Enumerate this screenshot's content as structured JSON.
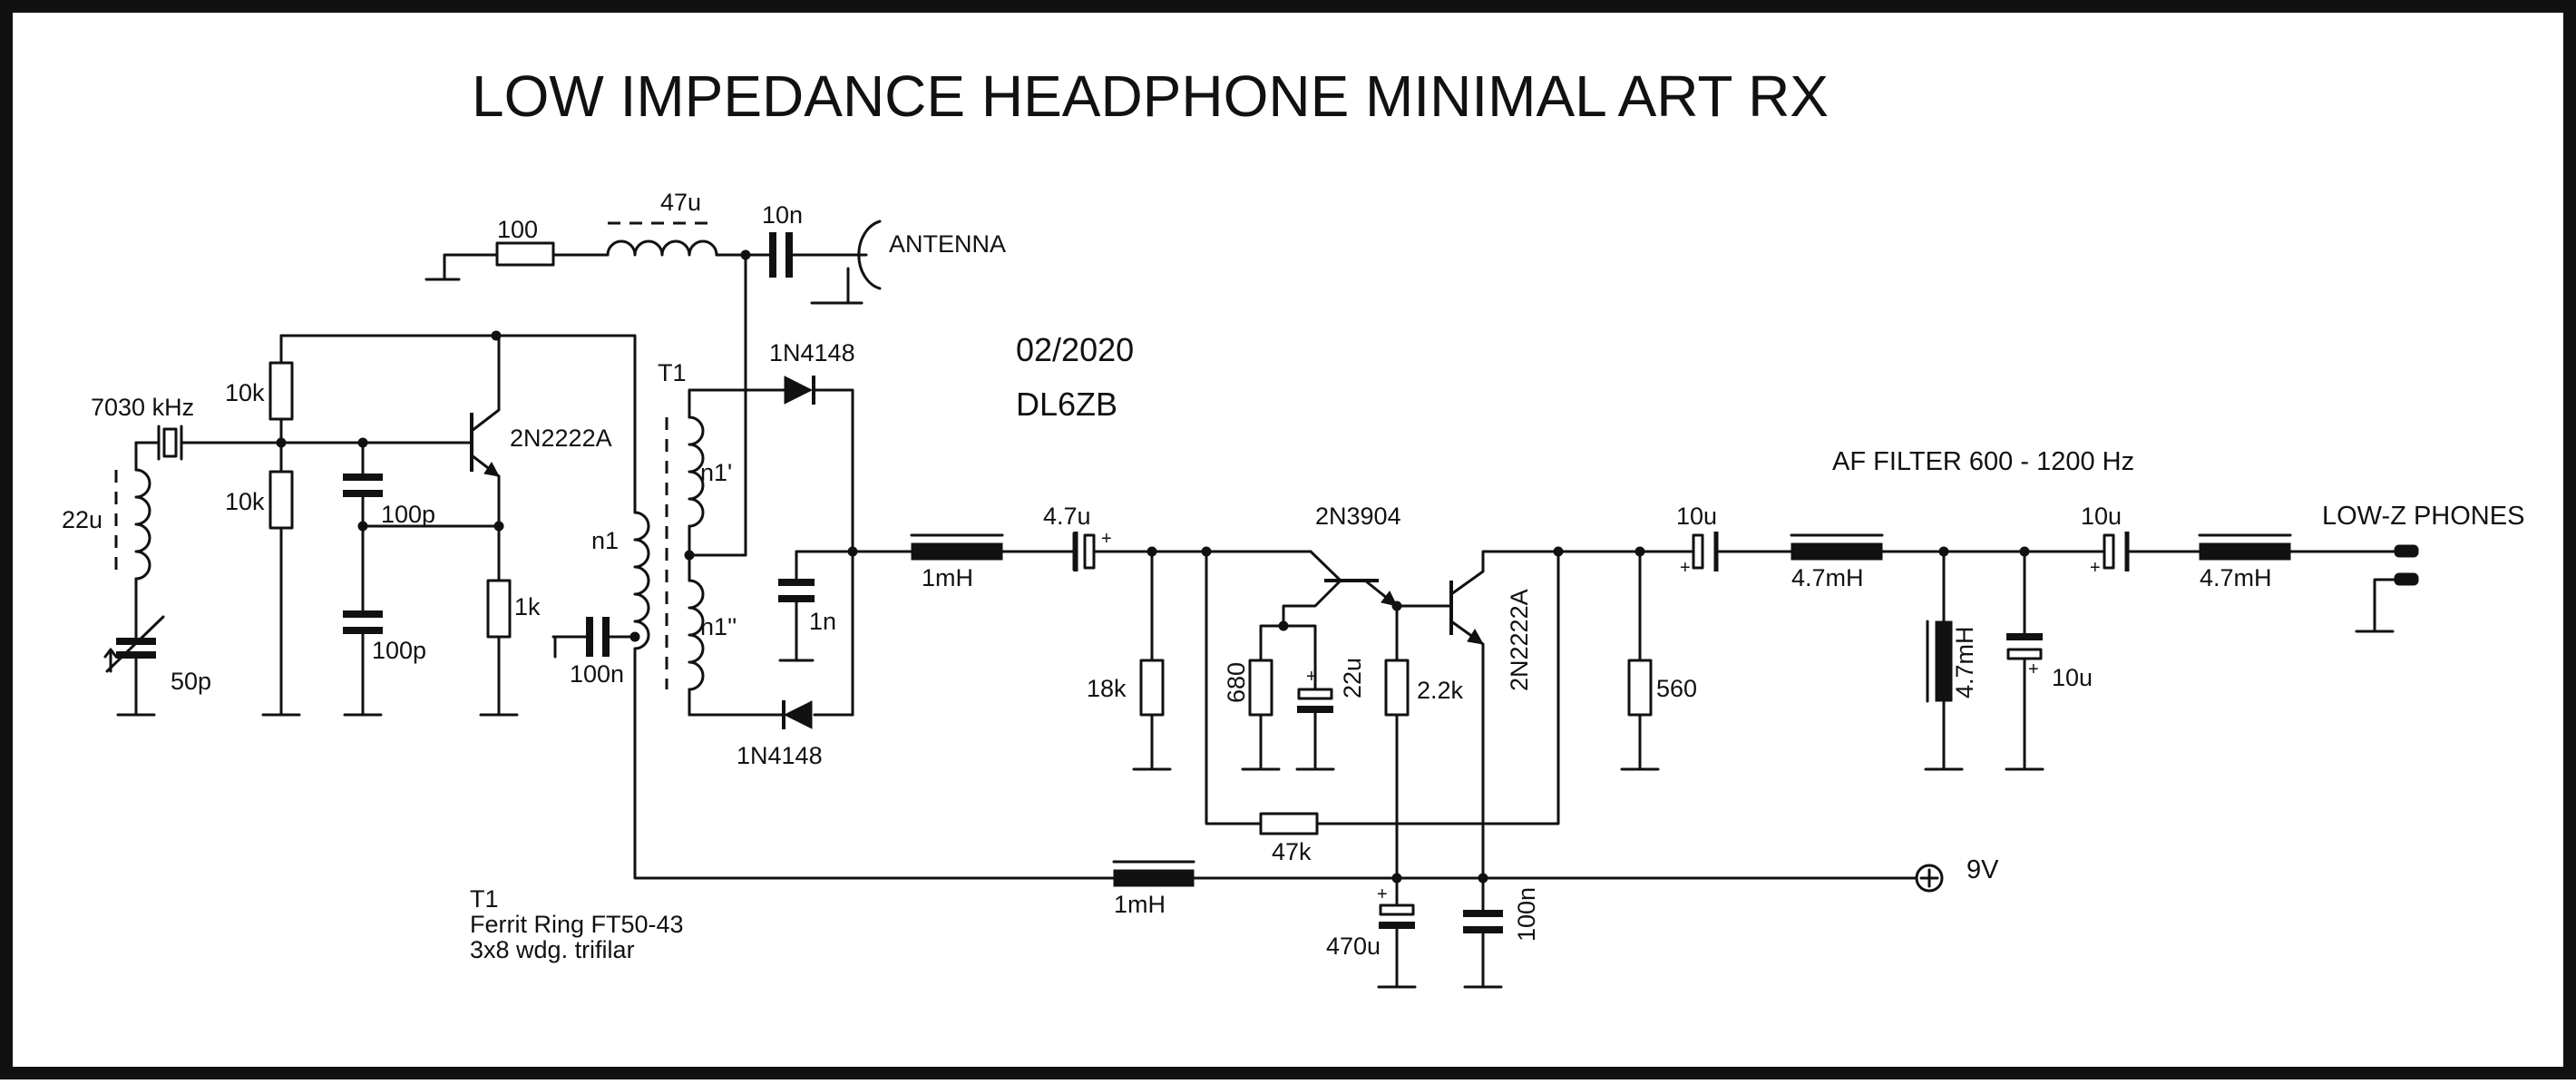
{
  "title": "LOW IMPEDANCE HEADPHONE MINIMAL ART RX",
  "date": "02/2020",
  "author": "DL6ZB",
  "section_af_filter": "AF FILTER 600 - 1200 Hz",
  "output_label": "LOW-Z PHONES",
  "antenna_label": "ANTENNA",
  "supply_label": "9V",
  "transformer_note": {
    "name": "T1",
    "core": "Ferrit Ring FT50-43",
    "winding": "3x8 wdg. trifilar"
  },
  "components": {
    "r_ant": "100",
    "l_ant": "47u",
    "c_ant": "10n",
    "crystal": "7030 kHz",
    "l_osc": "22u",
    "c_trim": "50p",
    "r_bias_top": "10k",
    "r_bias_bot": "10k",
    "q_osc": "2N2222A",
    "c_fb1": "100p",
    "c_fb2": "100p",
    "r_emit": "1k",
    "t1_label": "T1",
    "t1_n1": "n1",
    "t1_n1p": "n1'",
    "t1_n1pp": "n1''",
    "c_bypass": "100n",
    "d_top": "1N4148",
    "d_bot": "1N4148",
    "c_mix": "1n",
    "l_rf": "1mH",
    "c_cpl1": "4.7u",
    "r_18k": "18k",
    "q_af1": "2N3904",
    "r_680": "680",
    "c_22u": "22u",
    "r_22k": "2.2k",
    "q_af2": "2N2222A",
    "r_47k": "47k",
    "l_supply": "1mH",
    "c_470u": "470u",
    "c_100n": "100n",
    "r_560": "560",
    "c_cpl2": "10u",
    "l_f1": "4.7mH",
    "l_f2": "4.7mH",
    "c_f1": "10u",
    "c_cpl3": "10u",
    "l_f3": "4.7mH",
    "plus": "+"
  }
}
